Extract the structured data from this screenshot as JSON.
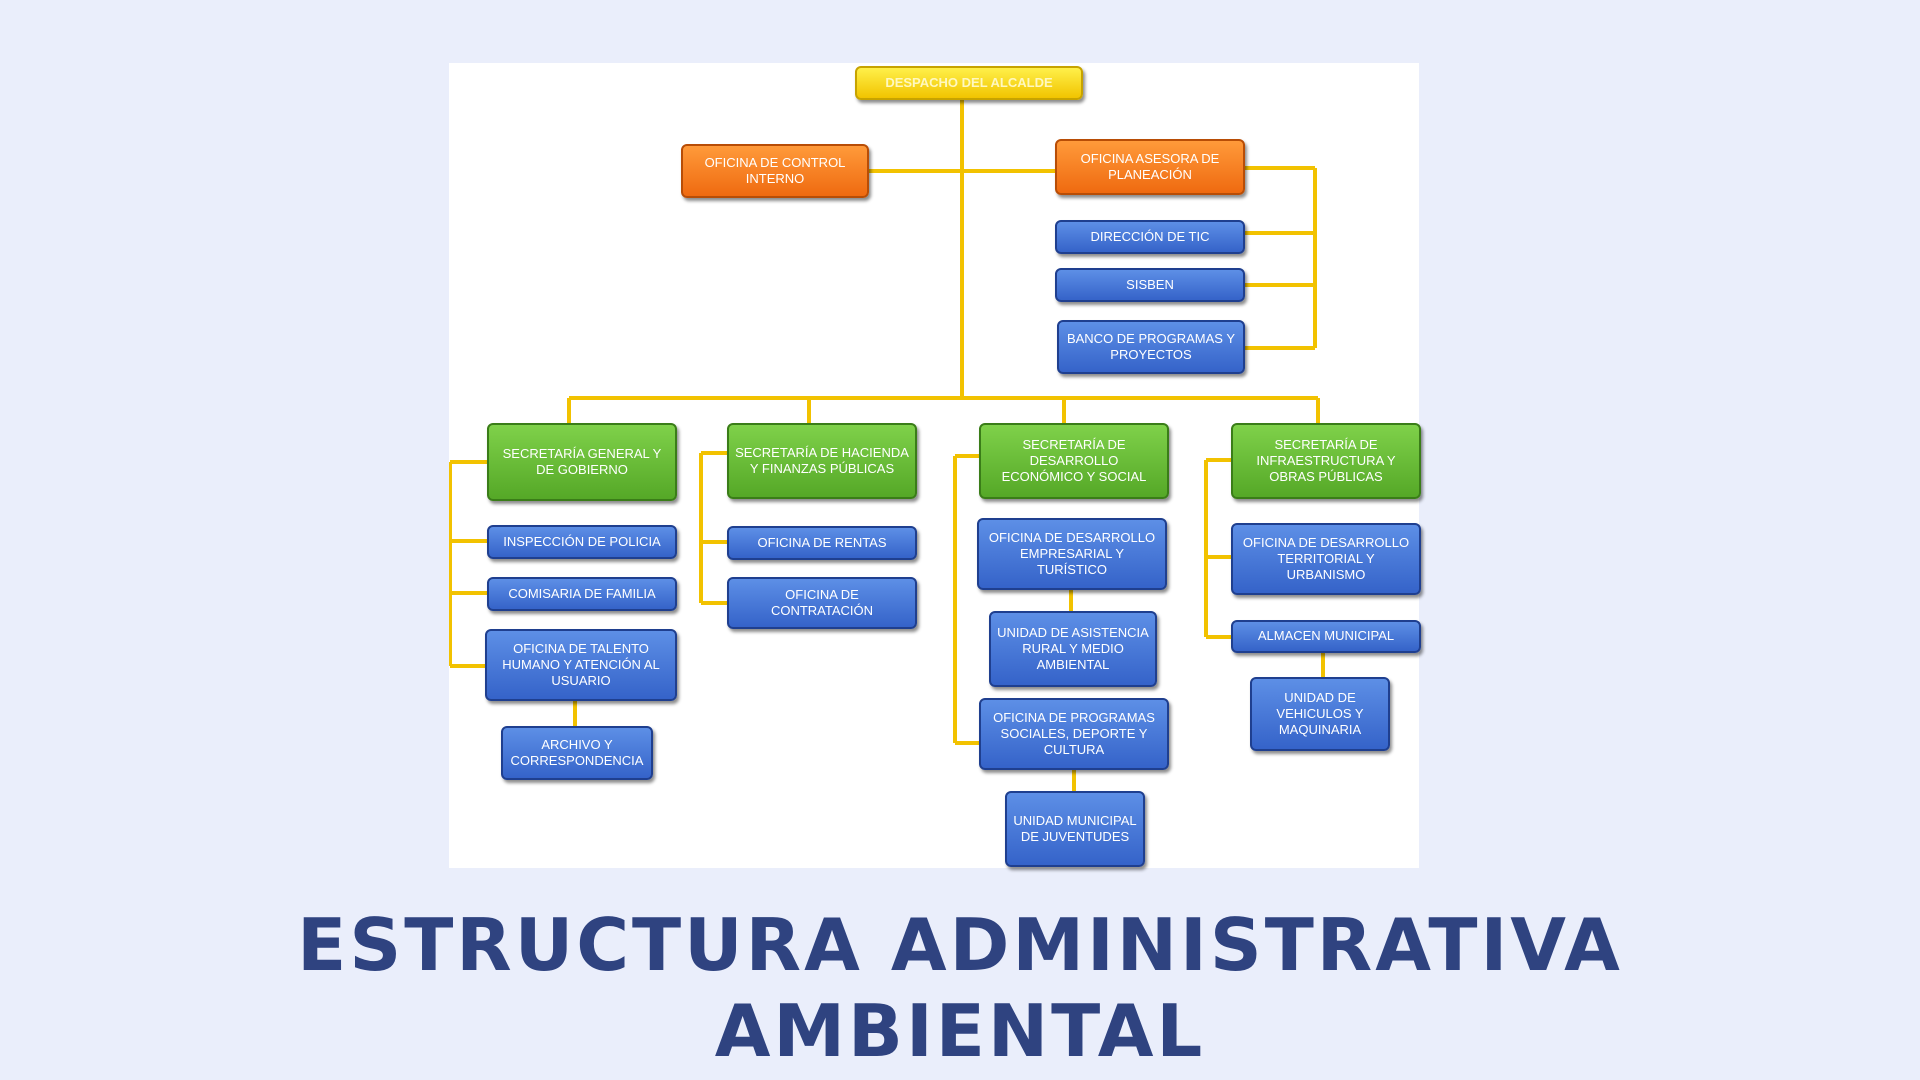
{
  "org_chart": {
    "root": "DESPACHO DEL ALCALDE",
    "control_interno": "OFICINA DE CONTROL INTERNO",
    "asesora_planeacion": "OFICINA ASESORA DE PLANEACIÓN",
    "planeacion_children": [
      "DIRECCIÓN DE TIC",
      "SISBEN",
      "BANCO DE PROGRAMAS Y PROYECTOS"
    ],
    "secretarias": [
      {
        "name": "SECRETARÍA GENERAL Y DE GOBIERNO",
        "children": [
          "INSPECCIÓN DE POLICIA",
          "COMISARIA DE FAMILIA",
          "OFICINA DE TALENTO HUMANO Y ATENCIÓN AL USUARIO"
        ],
        "sub": "ARCHIVO Y CORRESPONDENCIA"
      },
      {
        "name": "SECRETARÍA DE HACIENDA Y FINANZAS PÚBLICAS",
        "children": [
          "OFICINA DE RENTAS",
          "OFICINA DE CONTRATACIÓN"
        ]
      },
      {
        "name": "SECRETARÍA DE DESARROLLO ECONÓMICO Y SOCIAL",
        "children": [
          "OFICINA DE DESARROLLO EMPRESARIAL Y TURÍSTICO",
          "UNIDAD DE ASISTENCIA RURAL Y MEDIO AMBIENTAL",
          "OFICINA DE PROGRAMAS SOCIALES, DEPORTE Y CULTURA",
          "UNIDAD MUNICIPAL DE JUVENTUDES"
        ]
      },
      {
        "name": "SECRETARÍA DE INFRAESTRUCTURA Y OBRAS PÚBLICAS",
        "children": [
          "OFICINA DE DESARROLLO TERRITORIAL Y URBANISMO",
          "ALMACEN MUNICIPAL",
          "UNIDAD DE VEHICULOS Y MAQUINARIA"
        ]
      }
    ],
    "colors": {
      "connector": "#f2c200",
      "root": "#f7d417",
      "advisory": "#f47a1f",
      "secretaria": "#6cc03a",
      "office": "#3f6fd6"
    }
  },
  "title": {
    "line1": "ESTRUCTURA ADMINISTRATIVA",
    "line2": "AMBIENTAL"
  }
}
